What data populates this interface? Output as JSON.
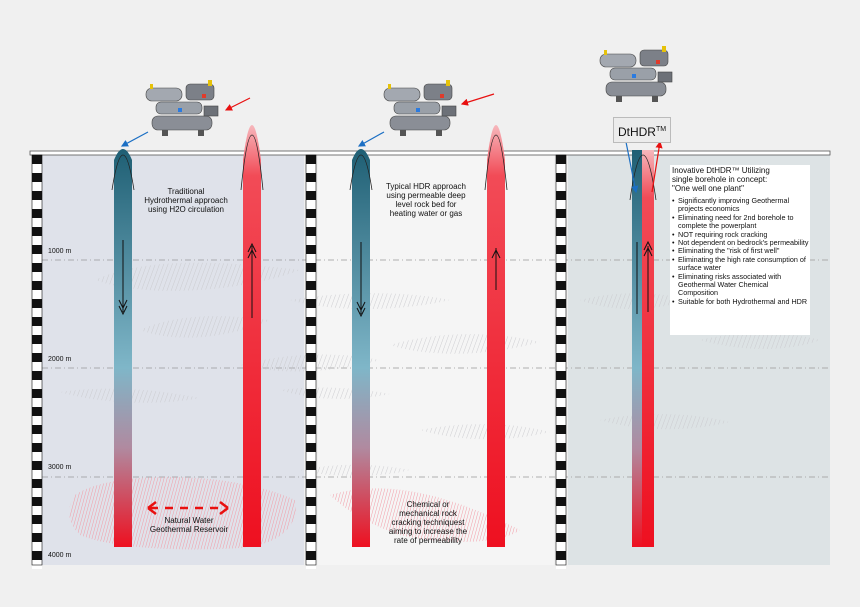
{
  "depth_labels": [
    "1000 m",
    "2000 m",
    "3000 m",
    "4000 m"
  ],
  "panels": [
    {
      "caption": "Traditional\nHydrothermal approach\nusing H2O circulation",
      "reservoir_label": "Natural Water\nGeothermal Reservoir"
    },
    {
      "caption": "Typical HDR approach\nusing permeable deep\nlevel rock bed for\nheating water or gas",
      "reservoir_label": "Chemical or\nmechanical rock\ncracking techniquest\naiming to increase the\nrate of permeability"
    },
    {
      "unit_label": "DtHDR",
      "unit_label_sup": "TM",
      "heading": "Inovative DtHDR™ Utilizing\nsingle borehole in concept:\n\"One well one plant\"",
      "features": [
        "Significantly improving Geothermal projects economics",
        "Eliminating need for 2nd borehole to complete the powerplant",
        "NOT requiring rock cracking",
        "Not dependent on bedrock's permeability",
        "Eliminating the \"risk of first well\"",
        "Eliminating the high rate consumption of surface water",
        "Eliminating risks associated with Geothermal Water Chemical Composition",
        "Suitable for both Hydrothermal and HDR"
      ]
    }
  ],
  "colors": {
    "cold_well_top": "#2b6c80",
    "cold_well_bottom": "#e8132b",
    "hot_well": "#f2182a",
    "hot_well_top": "#f4a6ab",
    "panel1_bg": "#dfe2ea",
    "panel2_bg": "#f4f4f4",
    "panel3_bg": "#dfe4e6",
    "arrow_red": "#e81010",
    "arrow_blue": "#1b6fc4"
  }
}
